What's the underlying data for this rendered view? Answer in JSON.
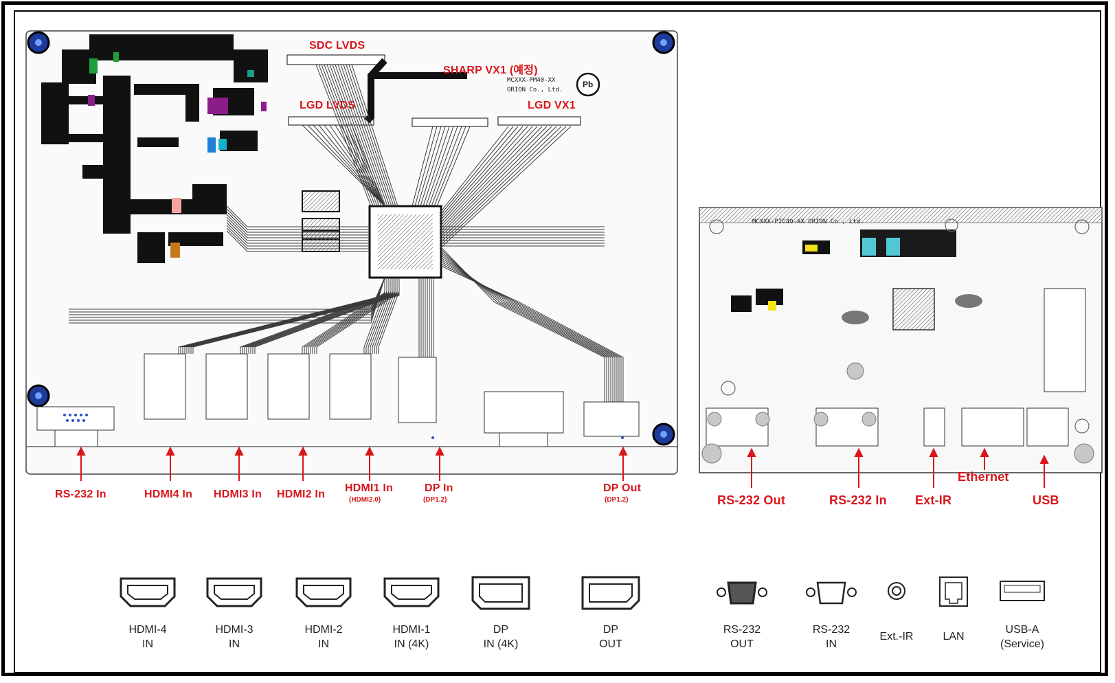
{
  "left_board": {
    "top_labels": {
      "sdc_lvds": "SDC LVDS",
      "sharp_vx1": "SHARP VX1 (예정)",
      "lgd_lvds": "LGD LVDS",
      "lgd_vx1": "LGD VX1"
    },
    "model_text": {
      "line1": "MCXXX-PM40-XX",
      "line2": "ORION Co., Ltd."
    },
    "pb_mark": "Pb",
    "connector_labels": [
      {
        "id": "rs232-in",
        "label": "RS-232 In",
        "sub": ""
      },
      {
        "id": "hdmi4-in",
        "label": "HDMI4 In",
        "sub": ""
      },
      {
        "id": "hdmi3-in",
        "label": "HDMI3 In",
        "sub": ""
      },
      {
        "id": "hdmi2-in",
        "label": "HDMI2 In",
        "sub": ""
      },
      {
        "id": "hdmi1-in",
        "label": "HDMI1 In",
        "sub": "(HDMI2.0)"
      },
      {
        "id": "dp-in",
        "label": "DP In",
        "sub": "(DP1.2)"
      },
      {
        "id": "dp-out",
        "label": "DP Out",
        "sub": "(DP1.2)"
      }
    ]
  },
  "right_board": {
    "model_text": "MCXXX-PIC40-XX   ORION Co., Ltd.",
    "connector_labels": [
      {
        "id": "rs232-out",
        "label": "RS-232 Out"
      },
      {
        "id": "rs232-in",
        "label": "RS-232 In"
      },
      {
        "id": "ext-ir",
        "label": "Ext-IR"
      },
      {
        "id": "ethernet",
        "label": "Ethernet"
      },
      {
        "id": "usb",
        "label": "USB"
      }
    ]
  },
  "port_icons": [
    {
      "icon": "hdmi-port-icon",
      "line1": "HDMI-4",
      "line2": "IN"
    },
    {
      "icon": "hdmi-port-icon",
      "line1": "HDMI-3",
      "line2": "IN"
    },
    {
      "icon": "hdmi-port-icon",
      "line1": "HDMI-2",
      "line2": "IN"
    },
    {
      "icon": "hdmi-port-icon",
      "line1": "HDMI-1",
      "line2": "IN (4K)"
    },
    {
      "icon": "displayport-icon",
      "line1": "DP",
      "line2": "IN (4K)"
    },
    {
      "icon": "displayport-icon",
      "line1": "DP",
      "line2": "OUT"
    },
    {
      "icon": "serial-port-icon",
      "line1": "RS-232",
      "line2": "OUT"
    },
    {
      "icon": "serial-port-icon",
      "line1": "RS-232",
      "line2": "IN"
    },
    {
      "icon": "audio-jack-icon",
      "line1": "Ext.-IR",
      "line2": ""
    },
    {
      "icon": "lan-port-icon",
      "line1": "LAN",
      "line2": ""
    },
    {
      "icon": "usb-port-icon",
      "line1": "USB-A",
      "line2": "(Service)"
    }
  ],
  "colors": {
    "label_red": "#d8161b",
    "outline": "#000000",
    "trace": "#333333"
  }
}
